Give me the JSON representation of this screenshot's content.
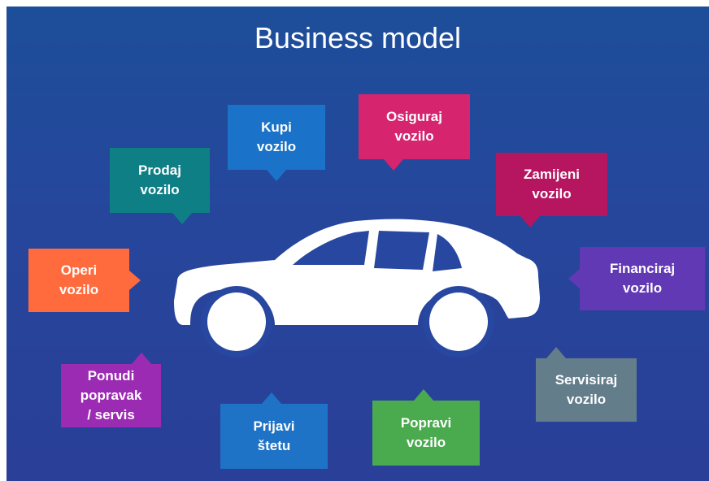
{
  "title": "Business model",
  "colors": {
    "background_top": "#1d4e9a",
    "background_bottom": "#2a3f97",
    "car": "#ffffff"
  },
  "bubbles": [
    {
      "id": "kupi",
      "label": "Kupi\nvozilo",
      "color": "#1a73c8"
    },
    {
      "id": "osiguraj",
      "label": "Osiguraj\nvozilo",
      "color": "#d6246e"
    },
    {
      "id": "prodaj",
      "label": "Prodaj\nvozilo",
      "color": "#0f7f86"
    },
    {
      "id": "zamijeni",
      "label": "Zamijeni\nvozilo",
      "color": "#b5165f"
    },
    {
      "id": "operi",
      "label": "Operi\nvozilo",
      "color": "#ff6b3d"
    },
    {
      "id": "financiraj",
      "label": "Financiraj\nvozilo",
      "color": "#6239b5"
    },
    {
      "id": "ponudi",
      "label": "Ponudi\npopravak\n/ servis",
      "color": "#9c2bb3"
    },
    {
      "id": "servisiraj",
      "label": "Servisiraj\nvozilo",
      "color": "#637d8a"
    },
    {
      "id": "prijavi",
      "label": "Prijavi\nštetu",
      "color": "#1f73c6"
    },
    {
      "id": "popravi",
      "label": "Popravi\nvozilo",
      "color": "#4aab4e"
    }
  ]
}
